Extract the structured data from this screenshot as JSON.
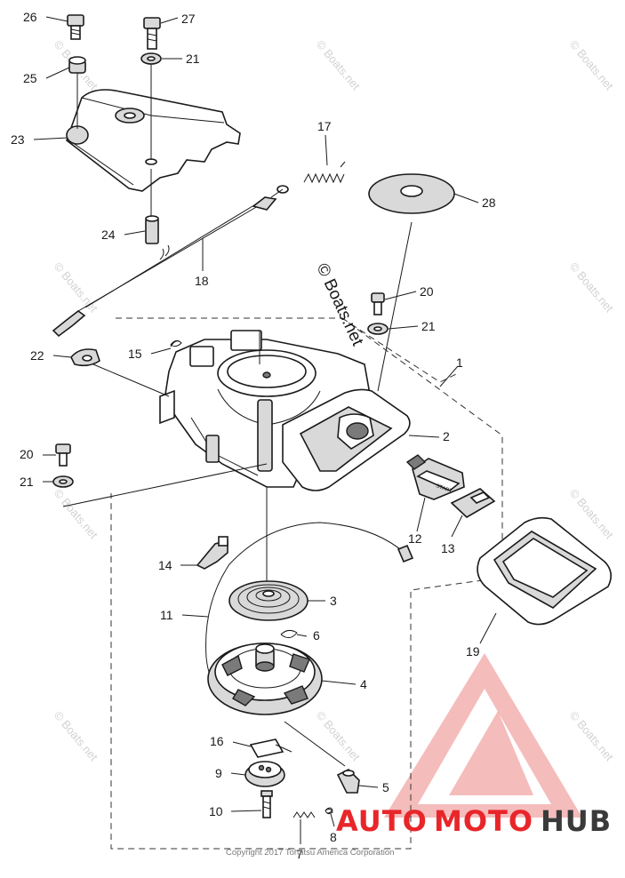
{
  "callouts": [
    {
      "id": "c26",
      "label": "26"
    },
    {
      "id": "c27",
      "label": "27"
    },
    {
      "id": "c21a",
      "label": "21"
    },
    {
      "id": "c25",
      "label": "25"
    },
    {
      "id": "c23",
      "label": "23"
    },
    {
      "id": "c17",
      "label": "17"
    },
    {
      "id": "c28",
      "label": "28"
    },
    {
      "id": "c24",
      "label": "24"
    },
    {
      "id": "c18",
      "label": "18"
    },
    {
      "id": "c20a",
      "label": "20"
    },
    {
      "id": "c21b",
      "label": "21"
    },
    {
      "id": "c22",
      "label": "22"
    },
    {
      "id": "c15",
      "label": "15"
    },
    {
      "id": "c1",
      "label": "1"
    },
    {
      "id": "c2",
      "label": "2"
    },
    {
      "id": "c20b",
      "label": "20"
    },
    {
      "id": "c21c",
      "label": "21"
    },
    {
      "id": "c12",
      "label": "12"
    },
    {
      "id": "c13",
      "label": "13"
    },
    {
      "id": "c14",
      "label": "14"
    },
    {
      "id": "c3",
      "label": "3"
    },
    {
      "id": "c11",
      "label": "11"
    },
    {
      "id": "c6",
      "label": "6"
    },
    {
      "id": "c19",
      "label": "19"
    },
    {
      "id": "c4",
      "label": "4"
    },
    {
      "id": "c16",
      "label": "16"
    },
    {
      "id": "c9",
      "label": "9"
    },
    {
      "id": "c5",
      "label": "5"
    },
    {
      "id": "c10",
      "label": "10"
    },
    {
      "id": "c8",
      "label": "8"
    },
    {
      "id": "c7",
      "label": "7"
    }
  ],
  "watermark": {
    "text": "© Boats.net",
    "center_text": "© Boats.net"
  },
  "copyright": "Copyright 2017 Tohatsu America Corporation",
  "logo": {
    "word1": "AUTO",
    "word2": "MOTO",
    "word3": "HUB",
    "color_primary": "#e8262a",
    "color_dark": "#3a3a3a",
    "color_triangle": "#f2a5a5"
  },
  "handle_text": "START"
}
